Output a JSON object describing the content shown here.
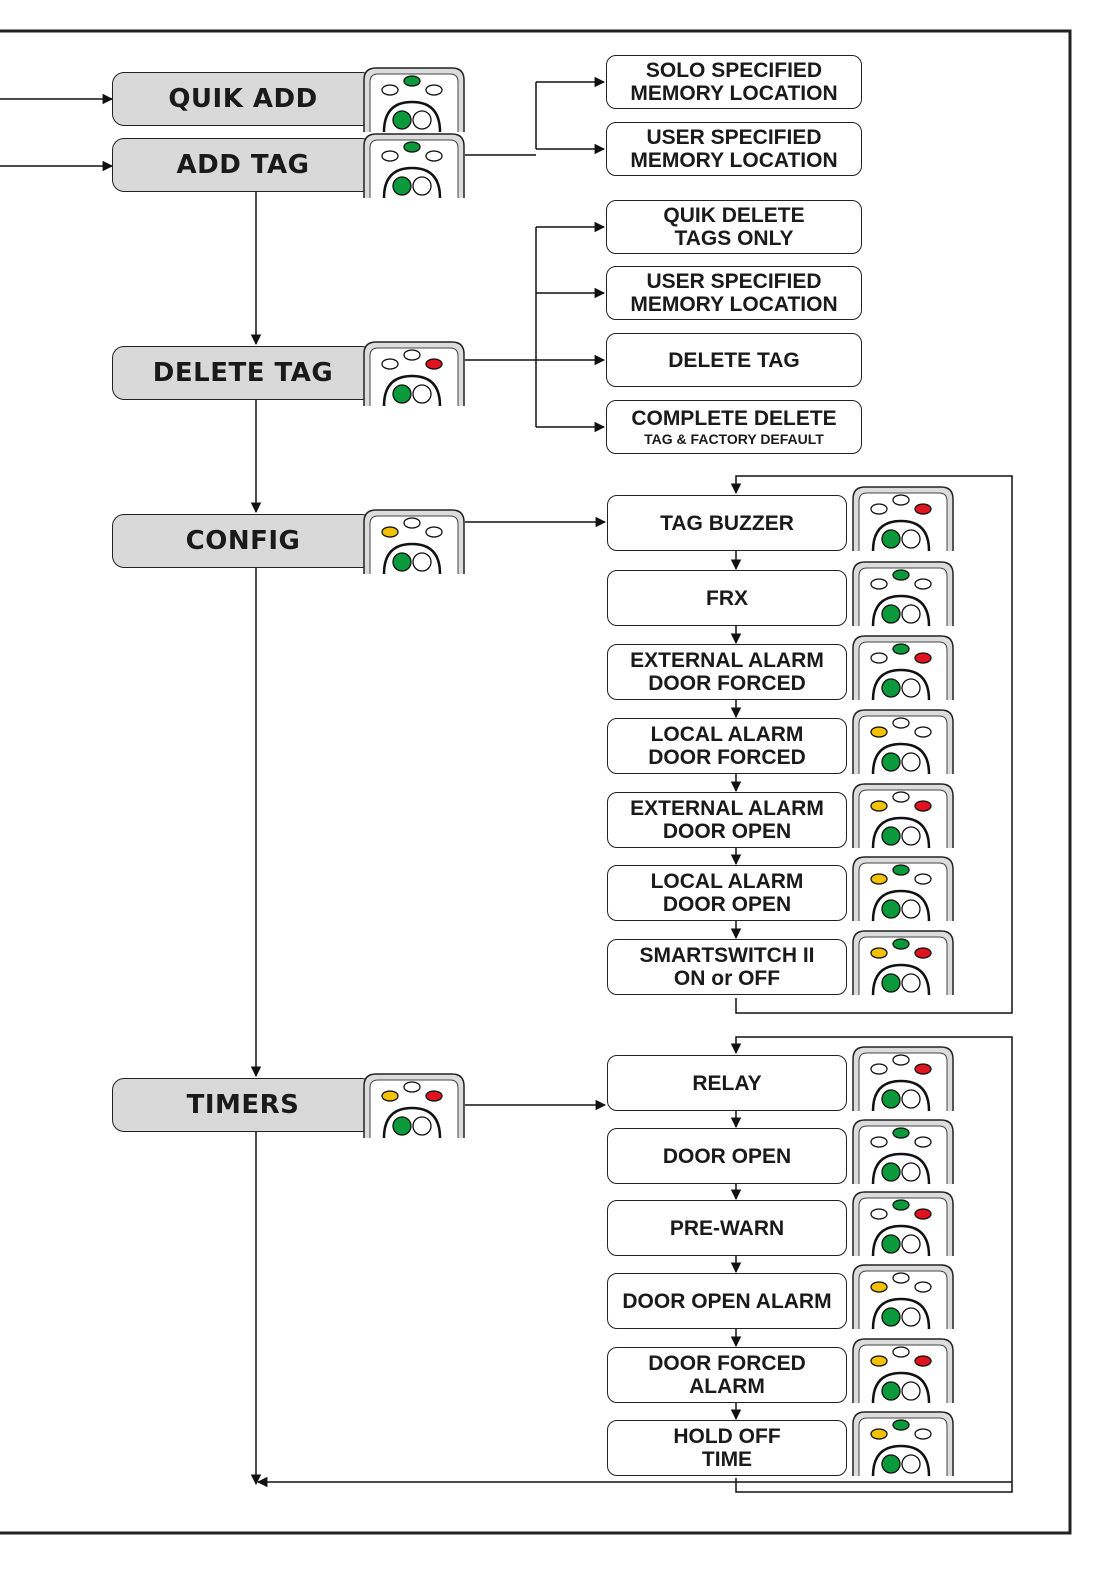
{
  "main_menu": [
    {
      "label": "QUIK ADD",
      "leds": [
        "off",
        "green",
        "off"
      ]
    },
    {
      "label": "ADD TAG",
      "leds": [
        "off",
        "green",
        "off"
      ]
    },
    {
      "label": "DELETE TAG",
      "leds": [
        "off",
        "off",
        "red"
      ]
    },
    {
      "label": "CONFIG",
      "leds": [
        "yellow",
        "off",
        "off"
      ]
    },
    {
      "label": "TIMERS",
      "leds": [
        "yellow",
        "off",
        "red"
      ]
    }
  ],
  "add_tag_options": [
    {
      "line1": "SOLO SPECIFIED",
      "line2": "MEMORY LOCATION"
    },
    {
      "line1": "USER SPECIFIED",
      "line2": "MEMORY LOCATION"
    }
  ],
  "delete_tag_options": [
    {
      "line1": "QUIK DELETE",
      "line2": "TAGS ONLY"
    },
    {
      "line1": "USER SPECIFIED",
      "line2": "MEMORY LOCATION"
    },
    {
      "line1": "DELETE TAG",
      "line2": ""
    },
    {
      "line1": "COMPLETE DELETE",
      "line2": "TAG & FACTORY DEFAULT"
    }
  ],
  "config_options": [
    {
      "line1": "TAG BUZZER",
      "line2": "",
      "leds": [
        "off",
        "off",
        "red"
      ]
    },
    {
      "line1": "FRX",
      "line2": "",
      "leds": [
        "off",
        "green",
        "off"
      ]
    },
    {
      "line1": "EXTERNAL ALARM",
      "line2": "DOOR FORCED",
      "leds": [
        "off",
        "green",
        "red"
      ]
    },
    {
      "line1": "LOCAL ALARM",
      "line2": "DOOR FORCED",
      "leds": [
        "yellow",
        "off",
        "off"
      ]
    },
    {
      "line1": "EXTERNAL ALARM",
      "line2": "DOOR OPEN",
      "leds": [
        "yellow",
        "off",
        "red"
      ]
    },
    {
      "line1": "LOCAL ALARM",
      "line2": "DOOR OPEN",
      "leds": [
        "yellow",
        "green",
        "off"
      ]
    },
    {
      "line1": "SMARTSWITCH II",
      "line2": "ON or OFF",
      "leds": [
        "yellow",
        "green",
        "red"
      ]
    }
  ],
  "timers_options": [
    {
      "line1": "RELAY",
      "line2": "",
      "leds": [
        "off",
        "off",
        "red"
      ]
    },
    {
      "line1": "DOOR OPEN",
      "line2": "",
      "leds": [
        "off",
        "green",
        "off"
      ]
    },
    {
      "line1": "PRE-WARN",
      "line2": "",
      "leds": [
        "off",
        "green",
        "red"
      ]
    },
    {
      "line1": "DOOR OPEN ALARM",
      "line2": "",
      "leds": [
        "yellow",
        "off",
        "off"
      ]
    },
    {
      "line1": "DOOR FORCED",
      "line2": "ALARM",
      "leds": [
        "yellow",
        "off",
        "red"
      ]
    },
    {
      "line1": "HOLD OFF",
      "line2": "TIME",
      "leds": [
        "yellow",
        "green",
        "off"
      ]
    }
  ],
  "colors": {
    "yellow": "#f2c200",
    "green": "#0a9a3c",
    "red": "#e0141e",
    "off": "#ffffff",
    "menu_fill": "#d9d9d9",
    "reader_fill": "#dcdcdc"
  }
}
